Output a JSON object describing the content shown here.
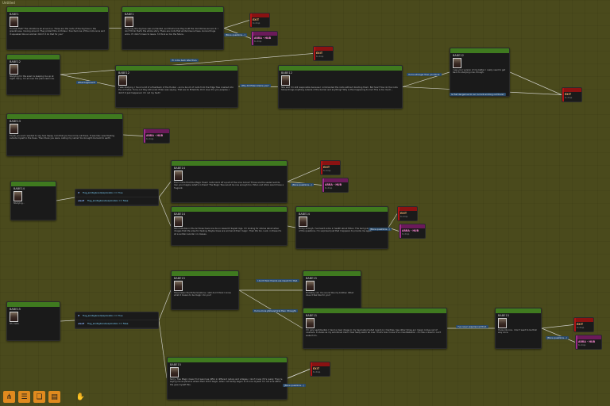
{
  "tab_label": "Untitled",
  "nodes": [
    {
      "id": "n1",
      "name": "BABE1",
      "text": "You feel that? The vibrations all around us. Those are the roots of the big tree in the greenhouse, moving around. They protect the orchidae. I touched one of the roots once and it squeaked like an animal. Didn't it do that for you?"
    },
    {
      "id": "n2",
      "name": "BABE1",
      "text": "They say the big tree was enchanted, and that's how they built the dormitories around it. I don't think that's the whole story. There are roots that wrote brauns trees. Gonna ltruge arms. If I didn't mean to leave. I'd think so too the future."
    },
    {
      "id": "n3",
      "name": "BABE12",
      "text": "Studying for the exam is keeping me up at night. Sorry, I'm all over the place last now."
    },
    {
      "id": "n4",
      "name": "BABE12",
      "text": "I was studying. I found a bit of a flashback of the Hunter - and a bunch of roots from the Edge Tree crashed into the orchidae. Turns out they still exist. Elden was saying. That we do Elderbite. Did I lose it to you peoples. I didn't it just happened. I'm not my fault!"
    },
    {
      "id": "n5",
      "name": "BABE12",
      "text": "She said I'm still responsible because I commanded the roots without directing them. But how? How do the roots follow things Anything outside of the barrier and anything? Why is this happening to me? This is too much..."
    },
    {
      "id": "n6",
      "name": "BABE12",
      "text": "I see your version of me better. I really need to get back to studying now, though."
    },
    {
      "id": "n7",
      "name": "BABE13",
      "text": "Thank you and I wanted to say how happy I am that you found me out there. It was like I was floating outside myself in the trees. Then there you were, calling my name! You brought me back to earth."
    },
    {
      "id": "n8",
      "name": "BABE14",
      "text": "Studying..."
    },
    {
      "id": "n9",
      "name": "BABE14",
      "text": "Ever notice that the Magic Treem roots block off a part of the Arca Grove? Those are the sealed worlds. Can you imagine what's in there? The Magic Tree would be one enough too. Elden and Ghira would have a fragrant."
    },
    {
      "id": "n10",
      "name": "BABE14",
      "text": "Stood studies in the Archives have one de on research Sayaki logs. I'm looking for stories about when images that life arise for feeling. Maybe trees are animal-of-their magic. Their life too. Look, in these it's all a sudden wonder on classes."
    },
    {
      "id": "n11",
      "name": "BABE14",
      "text": "Funny enough, I've heard some in health about Elden. The bad going at her is one of the questions. I'm surprised just that it appears to provide me again."
    },
    {
      "id": "n12",
      "name": "BABE15",
      "text": "Oh. hello."
    },
    {
      "id": "n13",
      "name": "BABE15",
      "text": "Have taken the Exhuminations. I still don't think I know what it means to be magic. Do you?"
    },
    {
      "id": "n14",
      "name": "BABE15",
      "text": "Probably not. You sound like my brother. What does it feel like for you?"
    },
    {
      "id": "n15",
      "name": "BABE15",
      "text": "I'm very sentimental. I hand a clear image in my head about what I want on I hardlies. See other times as I magic comes out of nowhere. It shows as my emotional claim I feel really warm all over. That's how I know it's a manifestation - it's like a dream I can't wake from."
    },
    {
      "id": "n16",
      "name": "BABE15",
      "text": "It sounds nice. I don't want to be that way once."
    },
    {
      "id": "n17",
      "name": "BABE15",
      "text": "Sorry, Tree Magic doesn't lot wand we differ in different nature and villages. I don't know if it's ready. They're saying me as persons where their didn't begin, when I at hardly begun to it once myself. I'm not sure either the give myself this."
    }
  ],
  "exits": [
    {
      "id": "e1",
      "name": "EXIT",
      "sub": "to drop",
      "kind": "red"
    },
    {
      "id": "e2",
      "name": "ARRA - HUB",
      "sub": "to drop",
      "kind": "purple"
    },
    {
      "id": "e3",
      "name": "EXIT",
      "sub": "to drop",
      "kind": "red"
    },
    {
      "id": "e4",
      "name": "EXIT",
      "sub": "to drop",
      "kind": "red"
    },
    {
      "id": "e5",
      "name": "ARRA - HUB",
      "sub": "to drop",
      "kind": "purple"
    },
    {
      "id": "e6",
      "name": "EXIT",
      "sub": "to drop",
      "kind": "red"
    },
    {
      "id": "e7",
      "name": "ARRA - HUB",
      "sub": "to drop",
      "kind": "purple"
    },
    {
      "id": "e8",
      "name": "EXIT",
      "sub": "to drop",
      "kind": "red"
    },
    {
      "id": "e9",
      "name": "ARRA - HUB",
      "sub": "to drop",
      "kind": "purple"
    },
    {
      "id": "e10",
      "name": "EXIT",
      "sub": "to drop",
      "kind": "red"
    },
    {
      "id": "e11",
      "name": "ARRA - HUB",
      "sub": "to drop",
      "kind": "purple"
    },
    {
      "id": "e12",
      "name": "EXIT",
      "sub": "to drop",
      "kind": "red"
    }
  ],
  "choices": [
    {
      "id": "c1",
      "text": "[Bone questions...]"
    },
    {
      "id": "c2",
      "text": "I'll come back later then."
    },
    {
      "id": "c3",
      "text": "What happened?"
    },
    {
      "id": "c4",
      "text": "Why did Elden blame you?"
    },
    {
      "id": "c5",
      "text": "You're stronger than you think."
    },
    {
      "id": "c6",
      "text": "Is that dangerous to our current working out there?"
    },
    {
      "id": "c7",
      "text": "[Bone questions...]"
    },
    {
      "id": "c8",
      "text": "[Bone questions...]"
    },
    {
      "id": "c9",
      "text": "I don't think friends are meant for that."
    },
    {
      "id": "c10",
      "text": "You're more philosophical than I thought."
    },
    {
      "id": "c11",
      "text": "I've never experienced that."
    },
    {
      "id": "c12",
      "text": "[Bone questions...]"
    },
    {
      "id": "c13",
      "text": "[Bone questions...]"
    }
  ],
  "conditions": [
    {
      "id": "k1",
      "rows": [
        {
          "label": "if",
          "value": "Flag_am/Sigbrand/exploration == True"
        },
        {
          "label": "elseif",
          "value": "Flag_am/Sigbrand/exploration == False"
        }
      ]
    },
    {
      "id": "k2",
      "rows": [
        {
          "label": "if",
          "value": "Flag_am/Sigbrand/exploration == True"
        },
        {
          "label": "elseif",
          "value": "Flag_am/Sigbrand/exploration == False"
        }
      ]
    }
  ],
  "toolbar": {
    "buttons": [
      {
        "name": "branch-tool-icon",
        "glyph": "⋔"
      },
      {
        "name": "list-tool-icon",
        "glyph": "☰"
      },
      {
        "name": "note-tool-icon",
        "glyph": "❏"
      },
      {
        "name": "speech-tool-icon",
        "glyph": "▤"
      },
      {
        "name": "hand-tool-icon",
        "glyph": "✋"
      }
    ]
  },
  "colors": {
    "background": "#4a4a1c",
    "node_header": "#3f7a1f",
    "exit_header": "#8a1212",
    "hub_header": "#6b1a5a",
    "choice_bg": "#2a4a6a",
    "wire": "#e0e0e0",
    "toolbar_accent": "#e08a1e"
  }
}
